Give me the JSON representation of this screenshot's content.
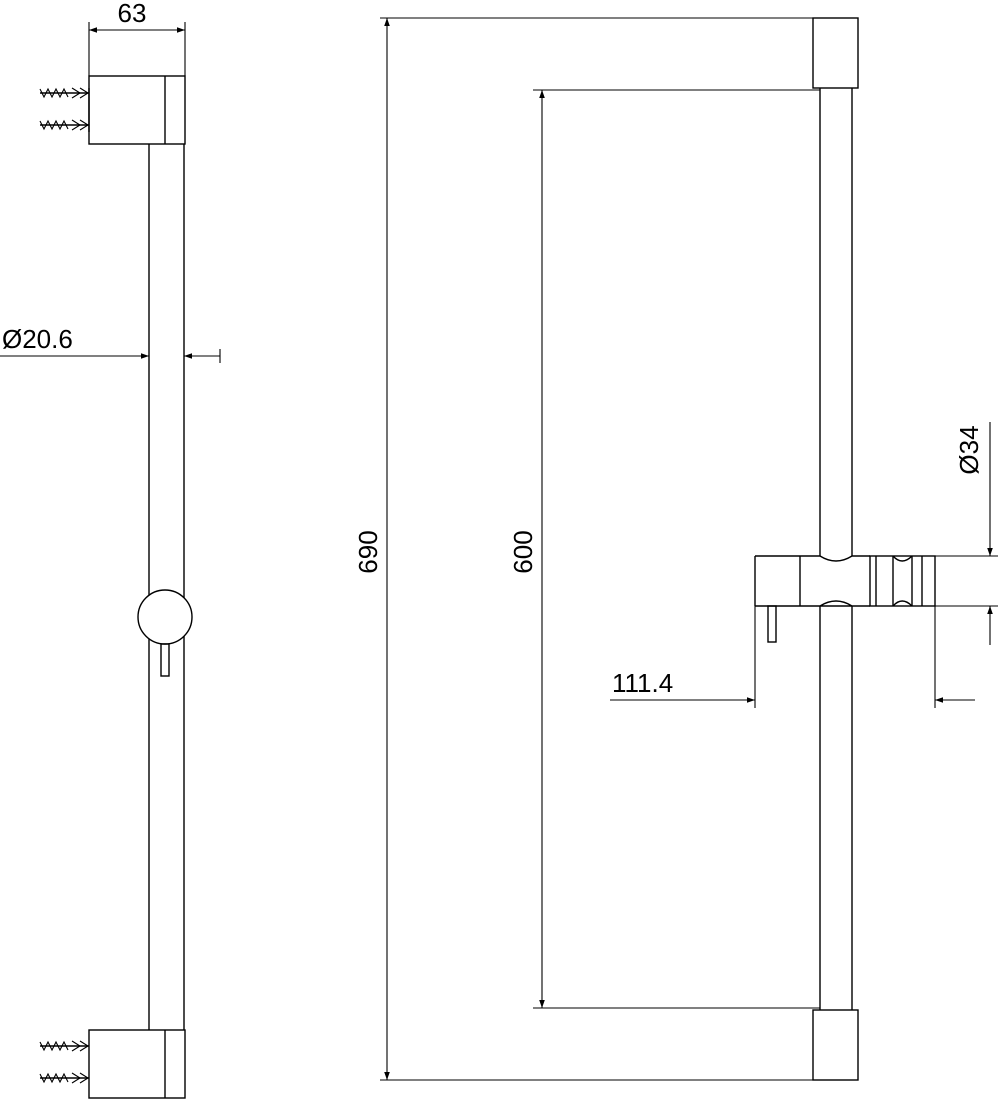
{
  "drawing": {
    "title": "Shower sliding rail technical drawing",
    "dimensions": {
      "bracket_width": "63",
      "rail_diameter": "Ø20.6",
      "overall_length": "690",
      "bracket_spacing": "600",
      "slider_diameter": "Ø34",
      "slider_projection": "111.4"
    },
    "units": "mm"
  }
}
